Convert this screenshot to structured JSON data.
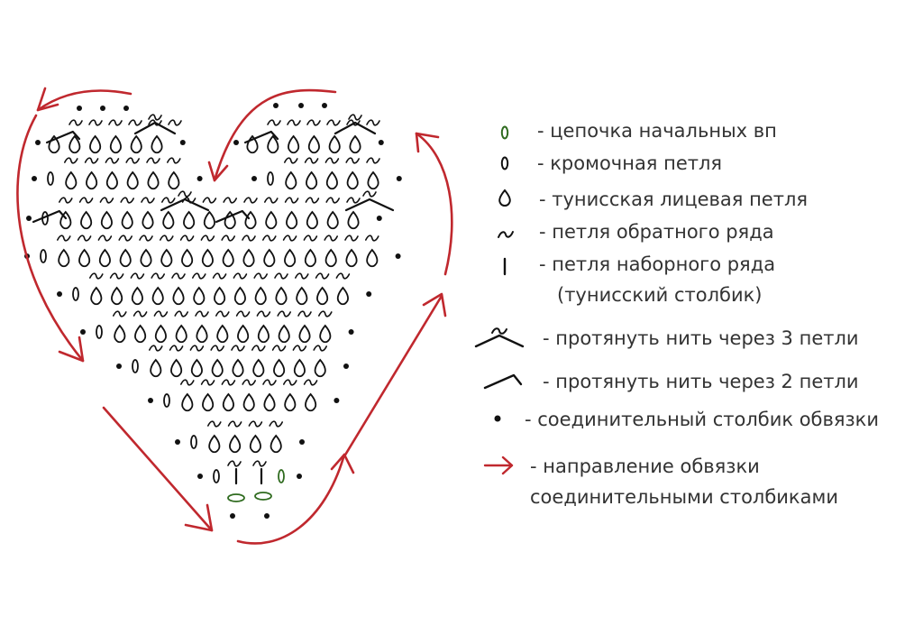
{
  "colors": {
    "ink": "#111111",
    "arrow": "#c0282e",
    "chain": "#2f6b1f",
    "text": "#333333"
  },
  "legend": [
    {
      "symbol": "chain-loop-icon",
      "text": "- цепочка начальных вп"
    },
    {
      "symbol": "edge-loop-icon",
      "text": "- кромочная петля"
    },
    {
      "symbol": "tunisian-knit-icon",
      "text": "- тунисская лицевая петля"
    },
    {
      "symbol": "return-row-icon",
      "text": "- петля обратного ряда"
    },
    {
      "symbol": "forward-row-icon",
      "text": "- петля наборного ряда",
      "text2": "(тунисский столбик)"
    },
    {
      "symbol": "pull-through-3-icon",
      "text": "- протянуть нить через 3 петли"
    },
    {
      "symbol": "pull-through-2-icon",
      "text": "- протянуть нить через 2 петли"
    },
    {
      "symbol": "slip-stitch-dot-icon",
      "text": "- соединительный столбик обвязки"
    },
    {
      "symbol": "direction-arrow-icon",
      "text": "- направление обвязки",
      "text2": "соединительными столбиками"
    }
  ]
}
